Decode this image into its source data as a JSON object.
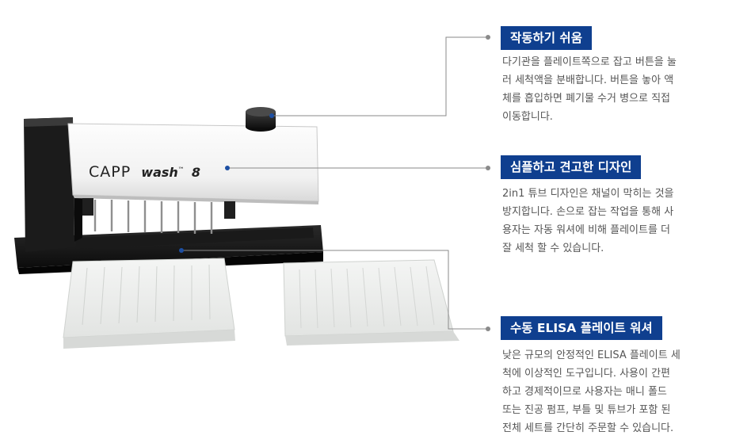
{
  "device": {
    "brand": "CAPP",
    "model": "wash",
    "trademark": "™",
    "channels": "8"
  },
  "features": [
    {
      "title": "작동하기 쉬움",
      "lines": [
        "다기관을 플레이트쪽으로 잡고 버튼을 눌",
        "러 세척액을 분배합니다. 버튼을 놓아 액",
        "체를 흡입하면 폐기물 수거 병으로 직접",
        "이동합니다."
      ]
    },
    {
      "title": "심플하고 견고한 디자인",
      "lines": [
        "2in1 튜브 디자인은 채널이 막히는 것을",
        "방지합니다. 손으로 잡는 작업을 통해 사",
        "용자는 자동 워셔에 비해 플레이트를 더",
        "잘 세척 할 수 있습니다."
      ]
    },
    {
      "title": "수동 ELISA 플레이트 워셔",
      "lines": [
        "낮은 규모의 안정적인 ELISA 플레이트 세",
        "척에 이상적인 도구입니다. 사용이 간편",
        "하고 경제적이므로 사용자는 매니 폴드",
        "또는 진공 펌프, 부틀 및 튜브가 포함 된",
        "전체 세트를 간단히 주문할 수 있습니다."
      ]
    }
  ],
  "colors": {
    "title_bg": "#0f3f8f",
    "connector": "#8a8a8a",
    "marker": "#1d4fa3"
  }
}
